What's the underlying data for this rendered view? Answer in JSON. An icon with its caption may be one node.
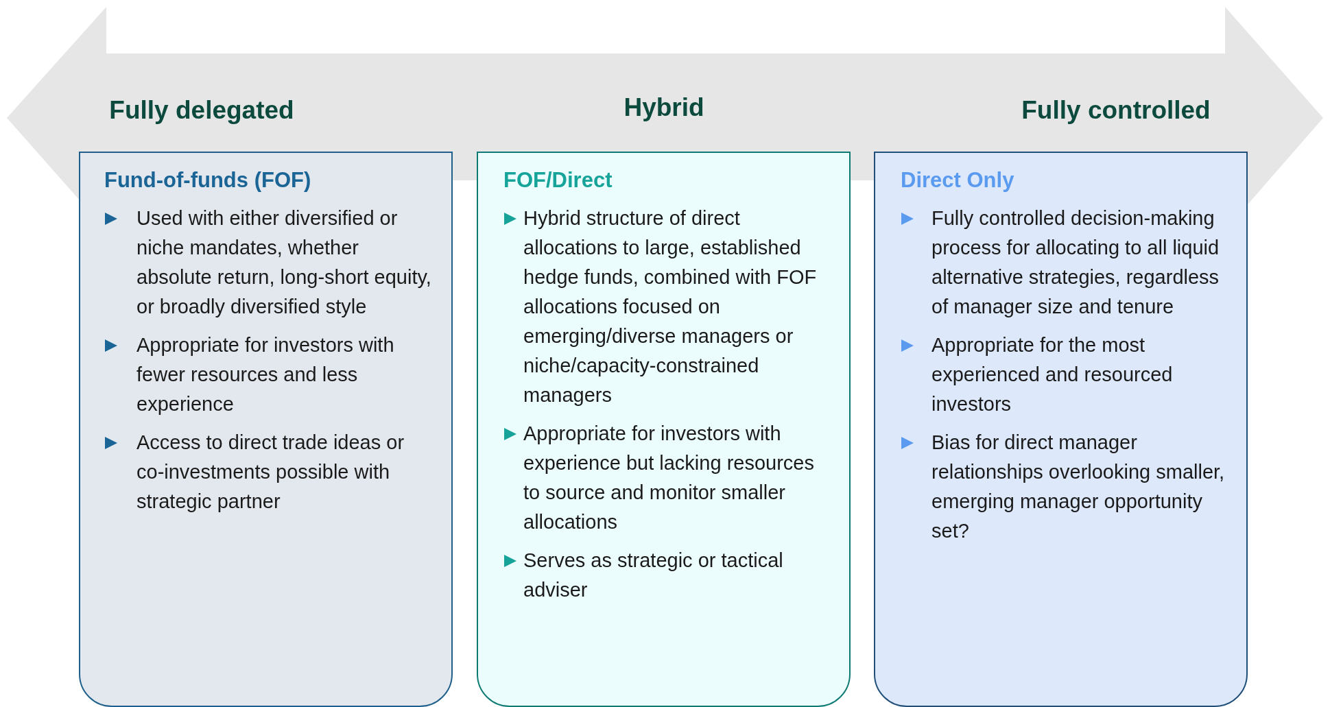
{
  "diagram": {
    "nodes": [
      {
        "text": [
          "Fully delegated",
          "Hybrid",
          "Fully controlled"
        ]
      },
      {
        "text": [
          "Fund-of-funds (FOF)",
          "Used with either diversified or niche mandates, whether absolute return, long-short equity, or broadly diversified style",
          "Appropriate for investors with fewer resources and less experience",
          "Access to direct trade ideas or co-investments possible with strategic partner"
        ]
      },
      {
        "text": [
          "FOF/Direct",
          "Hybrid structure of direct allocations to large, established hedge funds, combined with FOF allocations focused on emerging/diverse managers or niche/capacity-constrained managers",
          "Appropriate for investors with experience but lacking resources to source and monitor smaller allocations",
          "Serves as strategic or tactical adviser"
        ]
      },
      {
        "text": [
          "Direct Only",
          "Fully controlled decision-making process for allocating to all liquid alternative strategies, regardless of manager size and tenure",
          "Appropriate for the most experienced and resourced investors",
          "Bias for direct manager relationships overlooking smaller, emerging manager opportunity set?"
        ]
      }
    ],
    "edges": []
  }
}
